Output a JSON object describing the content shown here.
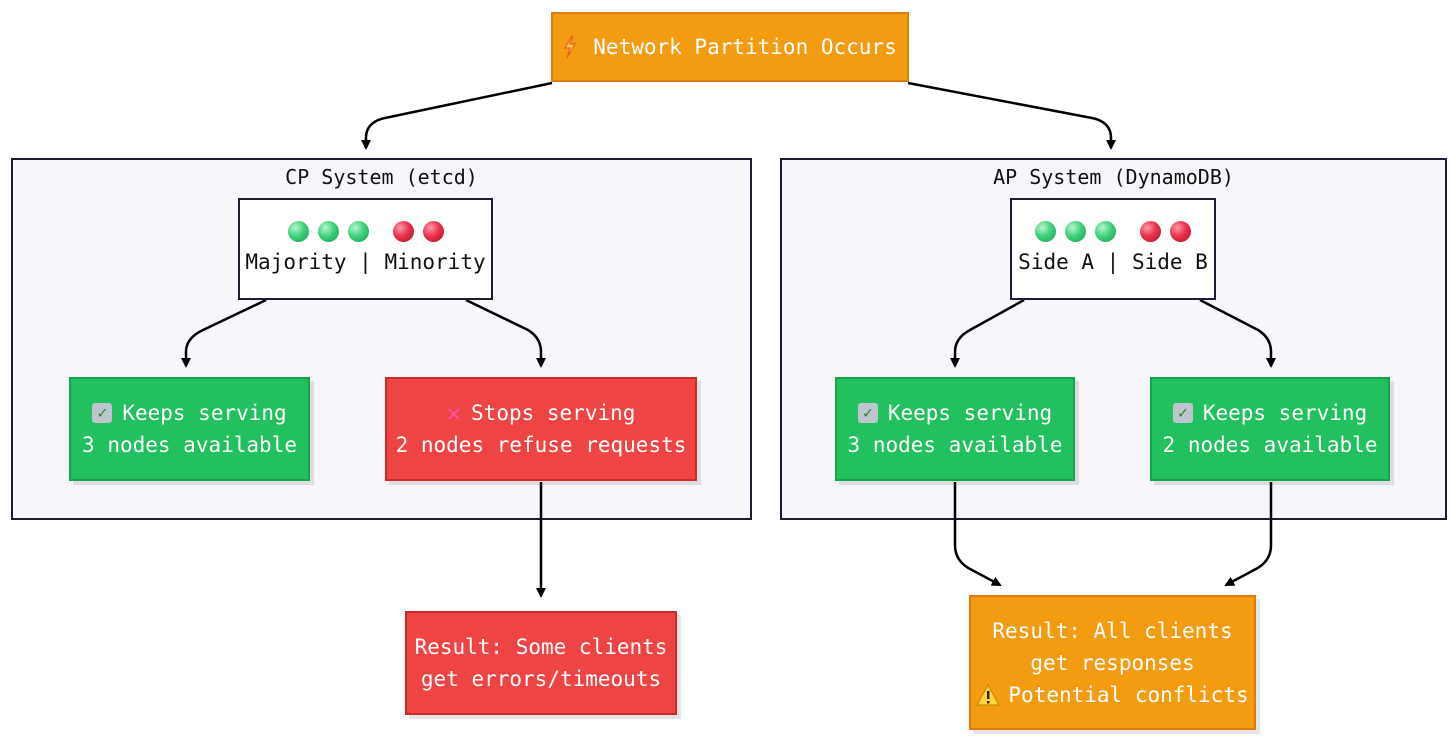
{
  "top": {
    "label": "Network Partition Occurs",
    "icon": "lightning-icon"
  },
  "cp": {
    "title": "CP System (etcd)",
    "split": {
      "label": "Majority | Minority",
      "dots": [
        "green",
        "green",
        "green",
        "red",
        "red"
      ]
    },
    "left": {
      "line1": "Keeps serving",
      "line2": "3 nodes available",
      "icon": "check-icon"
    },
    "right": {
      "line1": "Stops serving",
      "line2": "2 nodes refuse requests",
      "icon": "cross-icon"
    },
    "result": {
      "line1": "Result: Some clients",
      "line2": "get errors/timeouts"
    }
  },
  "ap": {
    "title": "AP System (DynamoDB)",
    "split": {
      "label": "Side A | Side B",
      "dots": [
        "green",
        "green",
        "green",
        "red",
        "red"
      ]
    },
    "left": {
      "line1": "Keeps serving",
      "line2": "3 nodes available",
      "icon": "check-icon"
    },
    "right": {
      "line1": "Keeps serving",
      "line2": "2 nodes available",
      "icon": "check-icon"
    },
    "result": {
      "line1": "Result: All clients",
      "line2": "get responses",
      "line3": "Potential conflicts",
      "icon": "warning-icon"
    }
  },
  "colors": {
    "orange": "#f39c12",
    "green": "#22c05e",
    "red": "#ef4444",
    "border": "#1c1c33",
    "cluster_bg": "#f7f7fb"
  }
}
